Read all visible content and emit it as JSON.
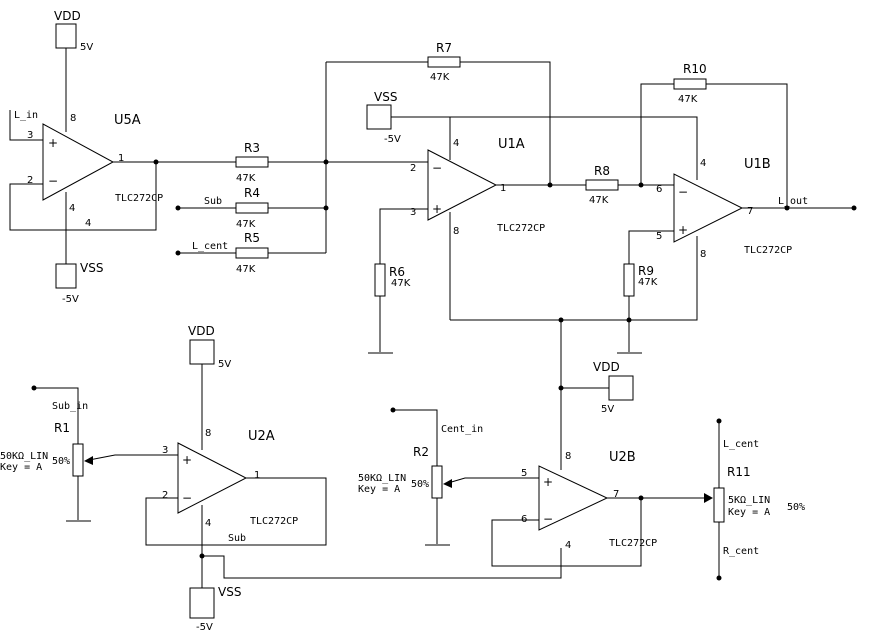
{
  "supplies": {
    "vdd_label": "VDD",
    "vdd_value": "5V",
    "vss_label": "VSS",
    "vss_value": "-5V"
  },
  "opamps": {
    "u5a": {
      "ref": "U5A",
      "part": "TLC272CP"
    },
    "u1a": {
      "ref": "U1A",
      "part": "TLC272CP"
    },
    "u1b": {
      "ref": "U1B",
      "part": "TLC272CP"
    },
    "u2a": {
      "ref": "U2A",
      "part": "TLC272CP"
    },
    "u2b": {
      "ref": "U2B",
      "part": "TLC272CP"
    }
  },
  "resistors": {
    "r3": {
      "ref": "R3",
      "value": "47K"
    },
    "r4": {
      "ref": "R4",
      "value": "47K"
    },
    "r5": {
      "ref": "R5",
      "value": "47K"
    },
    "r6": {
      "ref": "R6",
      "value": "47K"
    },
    "r7": {
      "ref": "R7",
      "value": "47K"
    },
    "r8": {
      "ref": "R8",
      "value": "47K"
    },
    "r9": {
      "ref": "R9",
      "value": "47K"
    },
    "r10": {
      "ref": "R10",
      "value": "47K"
    }
  },
  "pots": {
    "r1": {
      "ref": "R1",
      "value": "50KΩ_LIN",
      "key": "Key = A",
      "setting": "50%"
    },
    "r2": {
      "ref": "R2",
      "value": "50KΩ_LIN",
      "key": "Key = A",
      "setting": "50%"
    },
    "r11": {
      "ref": "R11",
      "value": "5KΩ_LIN",
      "key": "Key = A",
      "setting": "50%"
    }
  },
  "nets": {
    "l_in": "L_in",
    "sub": "Sub",
    "l_cent": "L_cent",
    "l_out": "L_out",
    "sub_in": "Sub_in",
    "cent_in": "Cent_in",
    "r_cent": "R_cent"
  },
  "pins": {
    "p1": "1",
    "p2": "2",
    "p3": "3",
    "p4": "4",
    "p5": "5",
    "p6": "6",
    "p7": "7",
    "p8": "8"
  }
}
